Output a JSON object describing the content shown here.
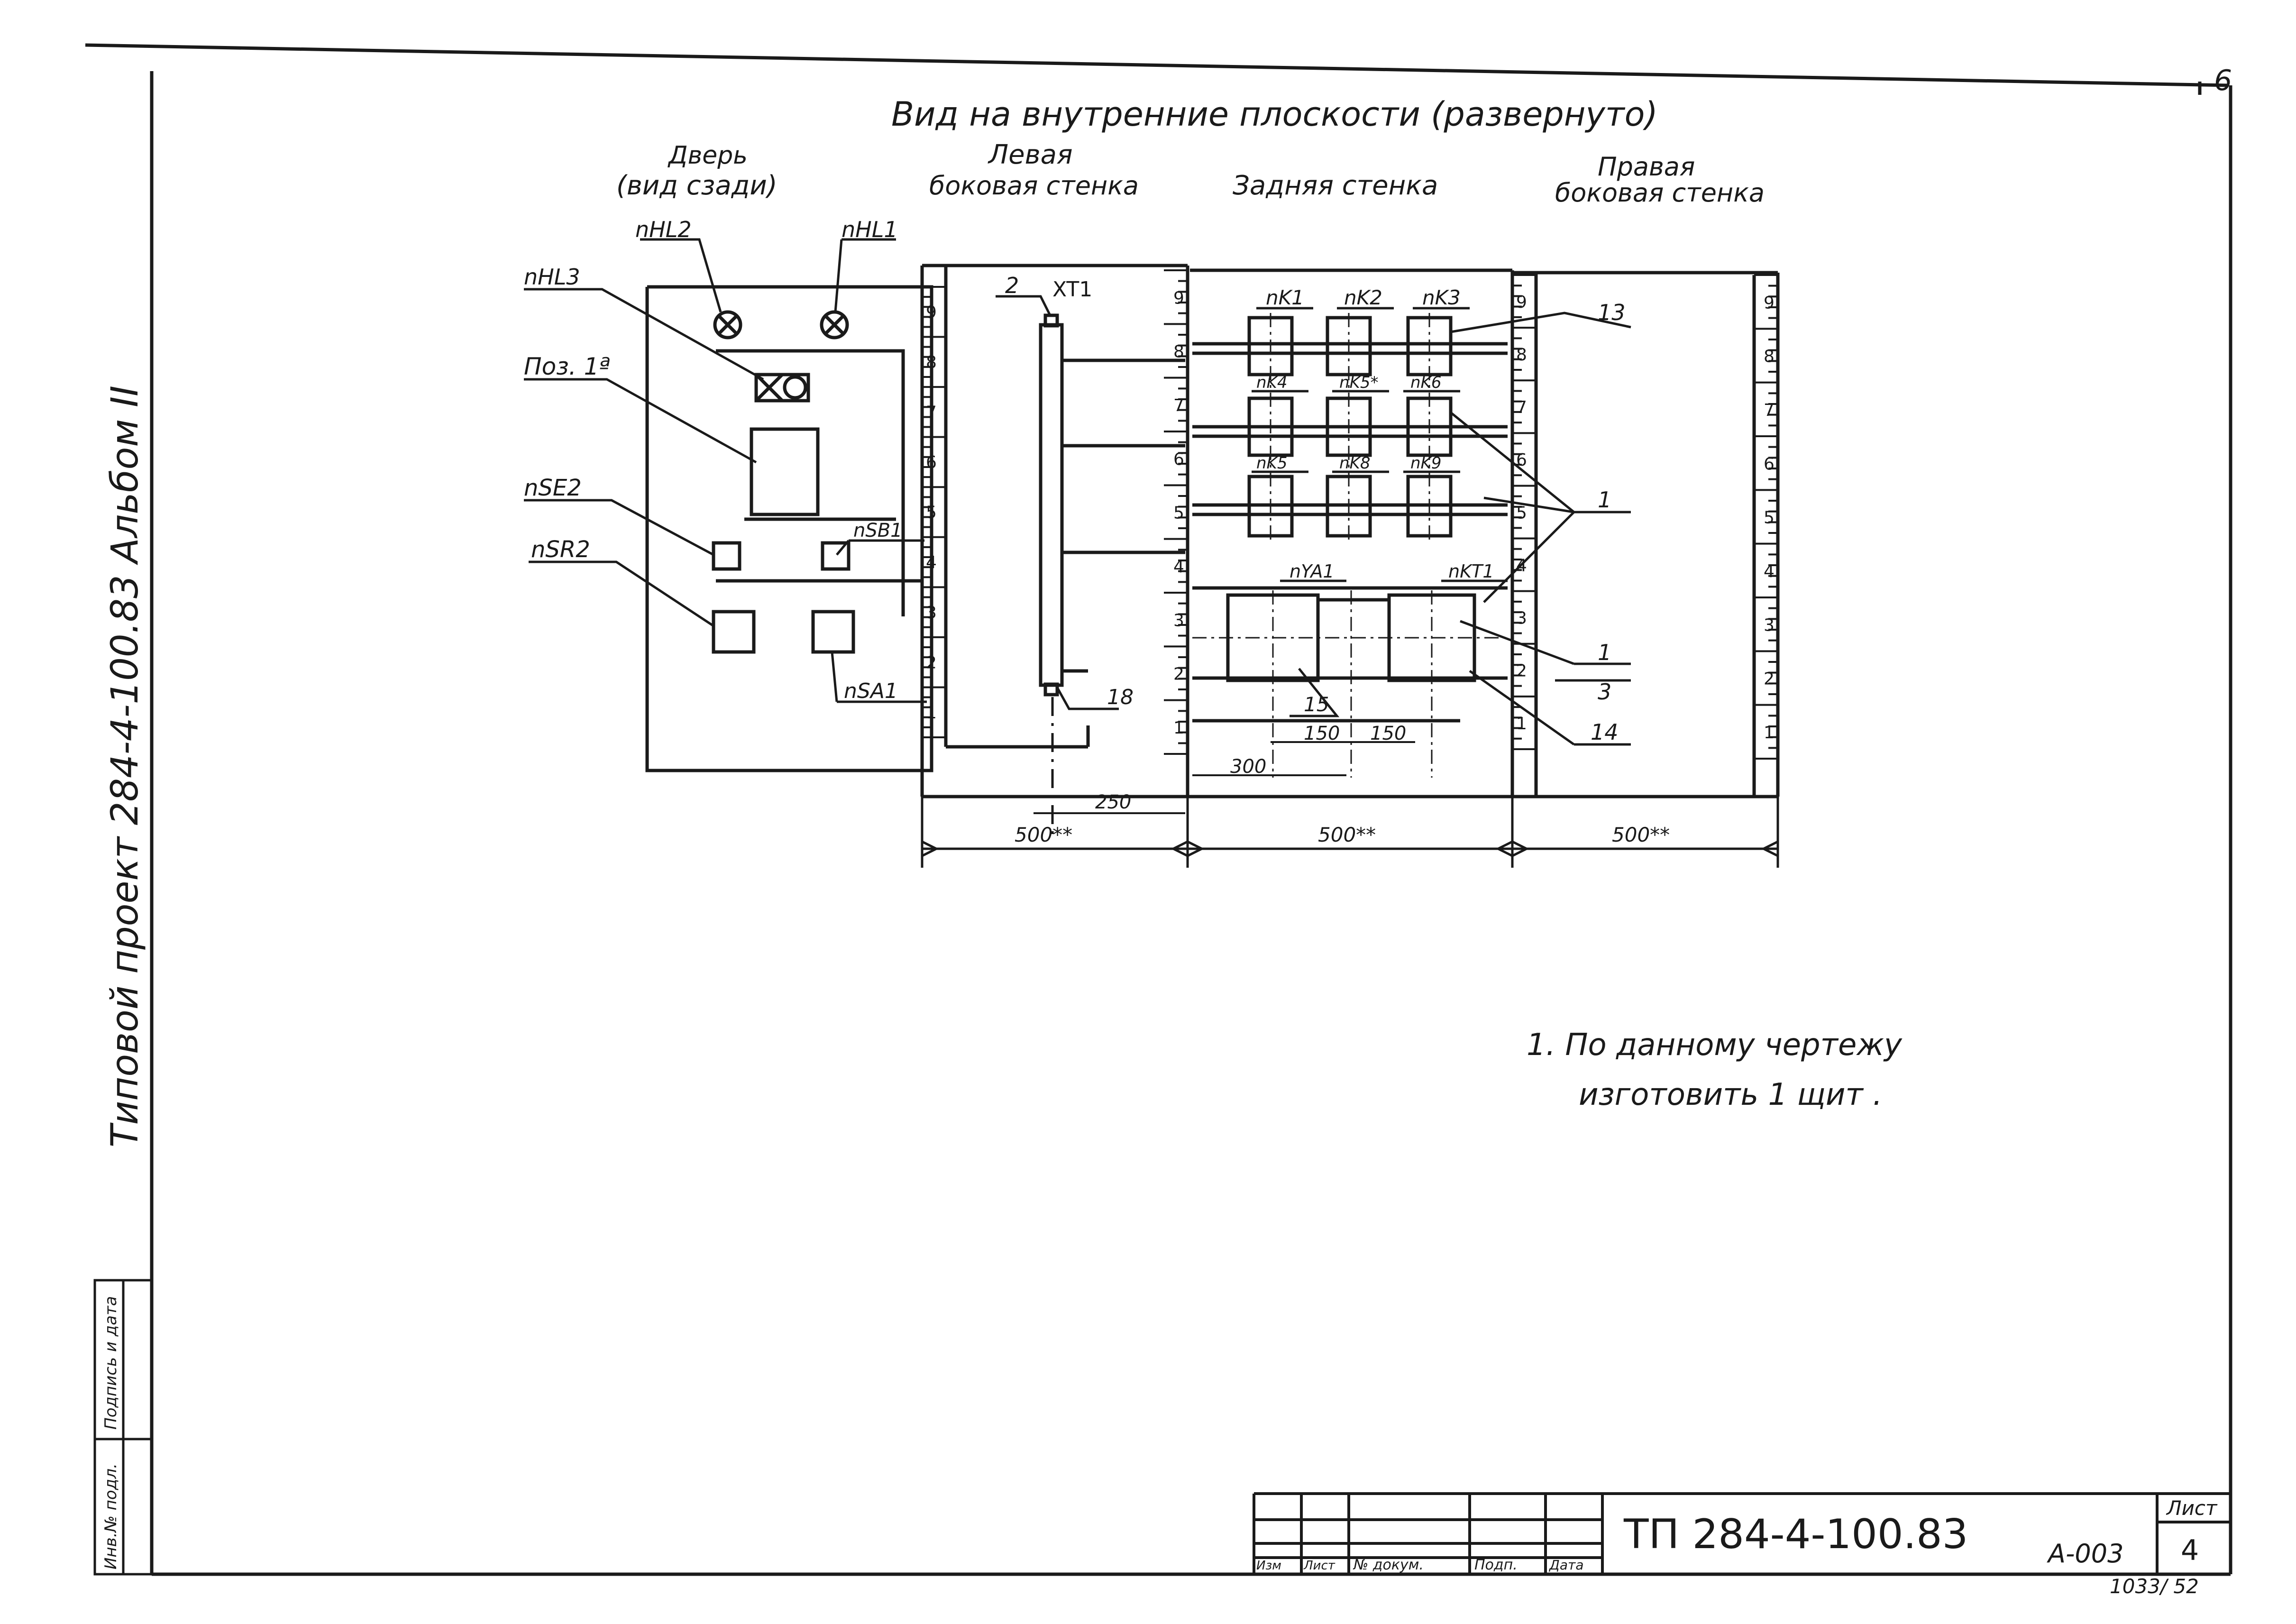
{
  "drawing": {
    "main_title": "Вид на внутренние плоскости (развернуто)",
    "sheet_corner": "6",
    "sections": {
      "door": [
        "Дверь",
        "(вид сзади)"
      ],
      "left_wall": [
        "Левая",
        "боковая стенка"
      ],
      "back_wall": [
        "Задняя стенка"
      ],
      "right_wall": [
        "Правая",
        "боковая стенка"
      ]
    },
    "door_labels": {
      "hl2": "nHL2",
      "hl1": "nHL1",
      "hl3": "nHL3",
      "pos": "Поз. 1ª",
      "se2": "nSE2",
      "sb1": "nSB1",
      "sr2": "nSR2",
      "sa1": "nSA1"
    },
    "left_wall_labels": {
      "pos2": "2",
      "xt1": "XT1",
      "pos18": "18"
    },
    "back_wall_labels": {
      "k1": "nK1",
      "k2": "nK2",
      "k3": "nK3",
      "k4": "nK4",
      "k5": "nK5*",
      "k6": "nK6",
      "k7": "nK5",
      "k8": "nK8",
      "k9": "nK9",
      "ya1": "nYA1",
      "kt1": "nKT1",
      "pos15": "15",
      "pos13": "13",
      "pos1a": "1",
      "pos1b": "1",
      "pos3": "3",
      "pos14": "14"
    },
    "dimensions": {
      "d150a": "150",
      "d150b": "150",
      "d300": "300",
      "d250": "250",
      "w_left": "500**",
      "w_back": "500**",
      "w_right": "500**"
    },
    "rulers": {
      "left_outer": [
        "9",
        "8",
        "7",
        "6",
        "5",
        "4",
        "3",
        "2",
        "1"
      ],
      "left_inner": [
        "9",
        "8",
        "7",
        "6",
        "5",
        "4",
        "3",
        "2",
        "1"
      ],
      "right_inner": [
        "9",
        "8",
        "7",
        "6",
        "5",
        "4",
        "3",
        "2",
        "1"
      ],
      "right_outer": [
        "9",
        "8",
        "7",
        "6",
        "5",
        "4",
        "3",
        "2",
        "1"
      ]
    },
    "note": [
      "1.  По данному чертежу",
      "изготовить  1 щит ."
    ]
  },
  "margin": {
    "vertical_title": "Типовой проект 284-4-100.83 Альбом II",
    "stamp_boxes": [
      "Инв.№ подл.",
      "Подпись и дата"
    ]
  },
  "title_block": {
    "code": "ТП 284-4-100.83",
    "headers": [
      "Изм",
      "Лист",
      "№ докум.",
      "Подп.",
      "Дата"
    ],
    "sheet_label": "Лист",
    "sheet_number": "4",
    "doc_code": "А-003",
    "bottom_code": "1033/ 52"
  }
}
